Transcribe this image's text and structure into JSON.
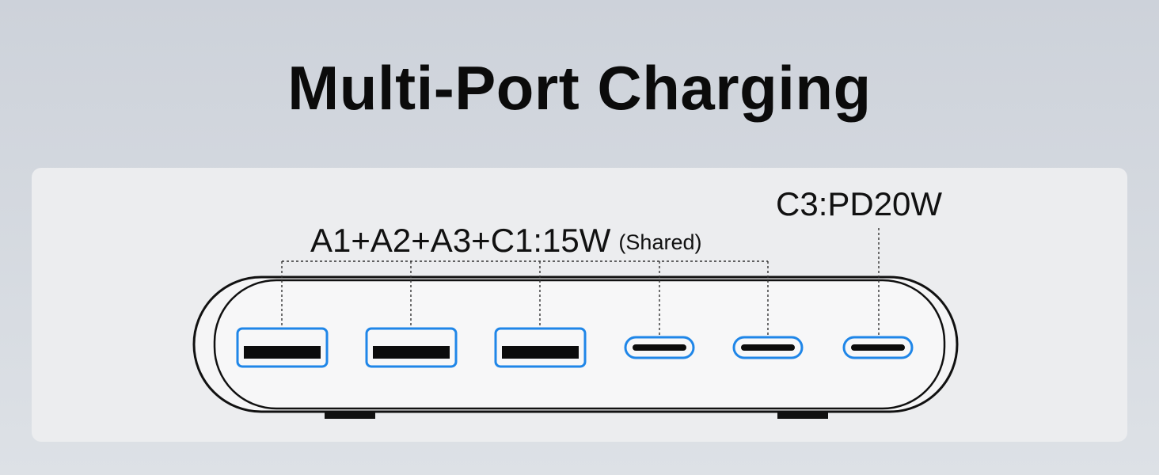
{
  "title": "Multi-Port Charging",
  "labels": {
    "shared_main": "A1+A2+A3+C1:15W",
    "shared_note": "(Shared)",
    "c3": "C3:PD20W"
  },
  "colors": {
    "port_outline": "#1f86e8",
    "device_outline": "#111111",
    "background": "#d4d8de",
    "panel": "#ecedef"
  },
  "ports": [
    {
      "type": "usb-a",
      "icon": "usb-a-port-icon"
    },
    {
      "type": "usb-a",
      "icon": "usb-a-port-icon"
    },
    {
      "type": "usb-a",
      "icon": "usb-a-port-icon"
    },
    {
      "type": "usb-c",
      "icon": "usb-c-port-icon"
    },
    {
      "type": "usb-c",
      "icon": "usb-c-port-icon"
    },
    {
      "type": "usb-c",
      "icon": "usb-c-port-icon"
    }
  ]
}
